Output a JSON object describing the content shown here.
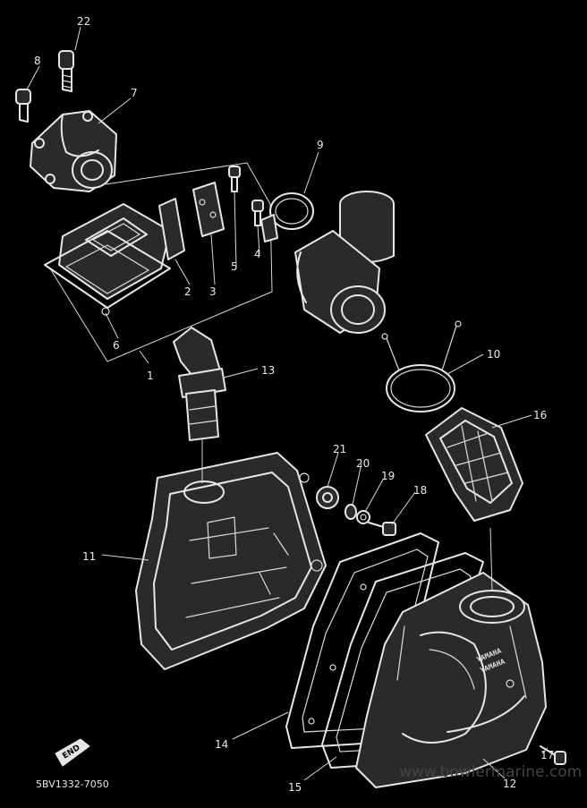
{
  "callouts": [
    "1",
    "2",
    "3",
    "4",
    "5",
    "6",
    "7",
    "8",
    "9",
    "10",
    "11",
    "12",
    "13",
    "14",
    "15",
    "16",
    "17",
    "18",
    "19",
    "20",
    "21",
    "22"
  ],
  "diagram_code": "5BV1332-7050",
  "end_badge": "END",
  "watermark": "www.bowlermarine.com",
  "box_branding": "YAMAHA"
}
